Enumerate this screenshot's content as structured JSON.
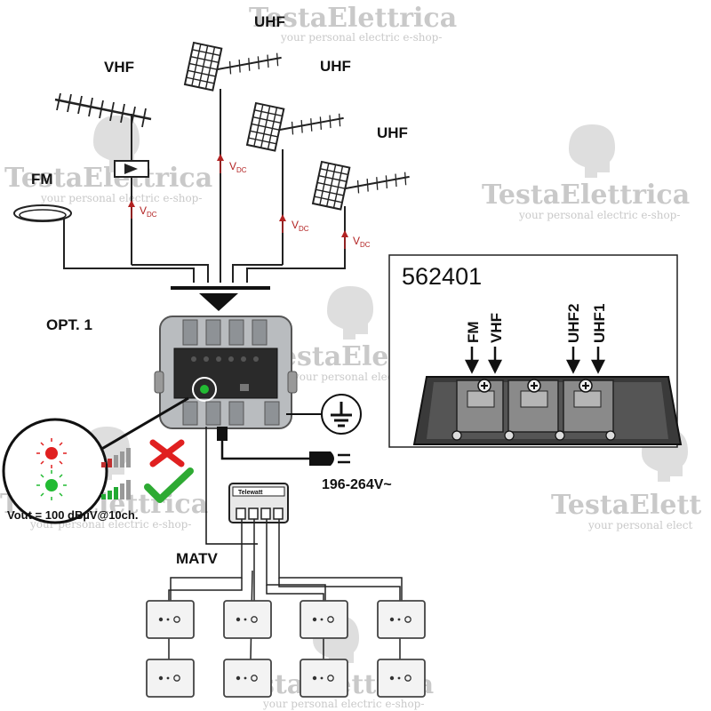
{
  "watermark": {
    "brand": "TestaElettrica",
    "tagline": "your personal electric e-shop-",
    "brand_cropped": "TestaElett",
    "tagline_cropped": "your personal elect"
  },
  "antennas": {
    "vhf_label": "VHF",
    "uhf1_label": "UHF",
    "uhf2_label": "UHF",
    "uhf3_label": "UHF",
    "fm_label": "FM",
    "vdc_main": "V",
    "vdc_sub": "DC"
  },
  "amplifier": {
    "option_label": "OPT. 1"
  },
  "inset": {
    "model": "562401",
    "inputs": [
      "FM",
      "VHF",
      "UHF2",
      "UHF1"
    ]
  },
  "power": {
    "voltage": "196-264V~"
  },
  "legend": {
    "vout": "Vout = 100 dBµV@10ch."
  },
  "distribution": {
    "label": "MATV",
    "splitter_brand": "Telewatt"
  }
}
